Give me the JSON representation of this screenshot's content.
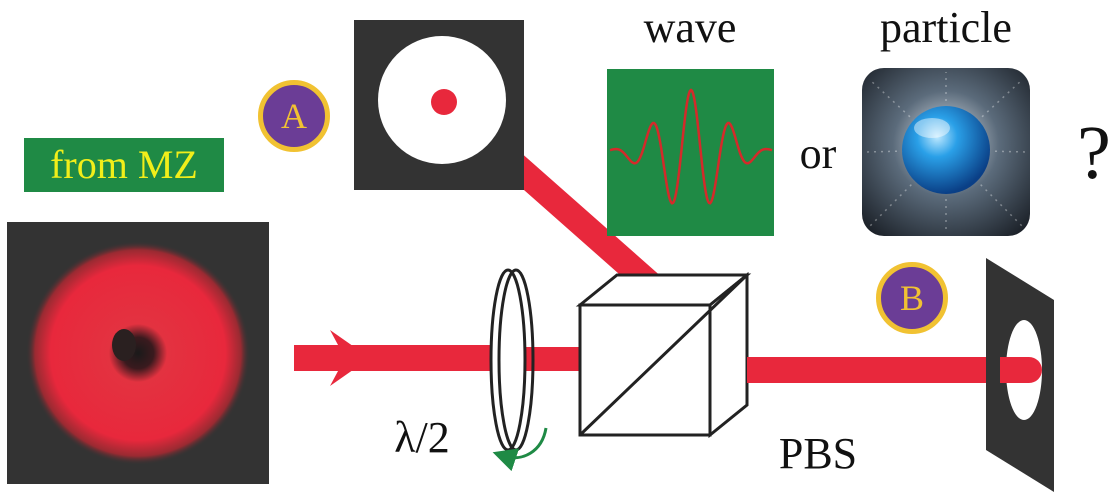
{
  "labels": {
    "source": "from MZ",
    "badge_a": "A",
    "badge_b": "B",
    "wave": "wave",
    "particle": "particle",
    "or": "or",
    "question": "?",
    "waveplate": "λ/2",
    "pbs": "PBS"
  },
  "colors": {
    "beam": "#e8283c",
    "screen": "#333333",
    "wave_bg": "#1f8a45",
    "wave_line": "#d42a2a",
    "badge_fill": "#6b3d96",
    "badge_text": "#f1c232",
    "from_mz_bg": "#1f8a45",
    "from_mz_text": "#f1ee1a",
    "rotation_arrow": "#1f8a45"
  },
  "icons": {
    "particle": "glowing-blue-sphere-icon",
    "rotation": "curved-rotation-arrow-icon"
  }
}
